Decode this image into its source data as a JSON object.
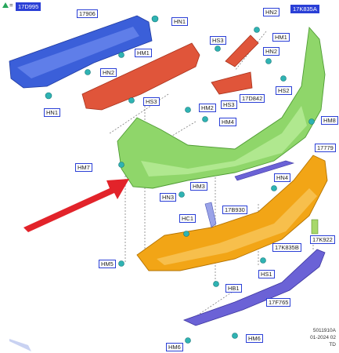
{
  "legend": {
    "symbol": "triangle-icon",
    "equals": "=",
    "part": "17D995"
  },
  "callouts": {
    "c17D995": "17D995",
    "c17906": "17906",
    "cHN1a": "HN1",
    "cHN2a": "HN2",
    "c17K835A": "17K835A",
    "cHM1a": "HM1",
    "cHS3a": "HS3",
    "cHM1b": "HM1",
    "cHN2b": "HN2",
    "cHN2c": "HN2",
    "cHS3b": "HS3",
    "cHS2": "HS2",
    "cHS3c": "HS3",
    "c17D842": "17D842",
    "cHN1b": "HN1",
    "cHM2": "HM2",
    "cHM4": "HM4",
    "cHM8": "HM8",
    "c17779": "17779",
    "cHM7": "HM7",
    "cHN4": "HN4",
    "cHM3": "HM3",
    "cHN3": "HN3",
    "c17B930": "17B930",
    "cHC1": "HC1",
    "c17K835B": "17K835B",
    "c17K922": "17K922",
    "cHM5": "HM5",
    "cHS1": "HS1",
    "cHB1": "HB1",
    "c17F765": "17F765",
    "cHM6a": "HM6",
    "cHM6b": "HM6"
  },
  "footer": {
    "code": "5011910A",
    "date": "01-2024 02",
    "suffix": "TD"
  },
  "colors": {
    "blue_beam": "#3b5fd9",
    "red_bracket": "#e0553a",
    "green_cover": "#8fd66a",
    "orange_cover": "#f2a516",
    "purple_strip": "#6b62d6",
    "clip": "#2fb3b3",
    "arrow": "#e2232a",
    "callout_border": "#2a3fd6"
  }
}
